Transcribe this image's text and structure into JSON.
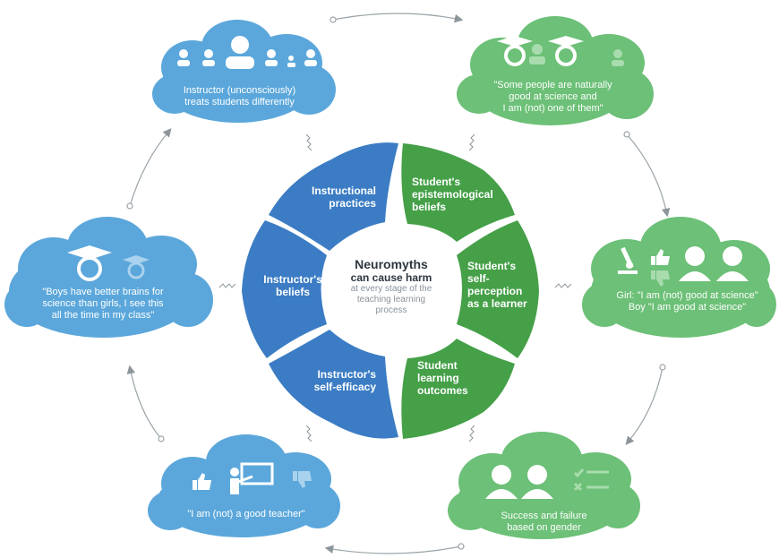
{
  "colors": {
    "blue_cloud": "#5ba7db",
    "green_cloud": "#6cc077",
    "blue_segment": "#3b7cc4",
    "green_segment": "#45a048",
    "arrow": "#9aa3a8"
  },
  "center": {
    "title": "Neuromyths",
    "subtitle": "can cause harm",
    "desc": [
      "at every stage of the",
      "teaching learning",
      "process"
    ]
  },
  "segments": {
    "instructional_practices": [
      "Instructional",
      "practices"
    ],
    "student_epistemological_beliefs": [
      "Student's",
      "epistemological",
      "beliefs"
    ],
    "instructors_beliefs": [
      "Instructor's",
      "beliefs"
    ],
    "student_self_perception": [
      "Student's",
      "self-",
      "perception",
      "as a learner"
    ],
    "instructors_self_efficacy": [
      "Instructor's",
      "self-efficacy"
    ],
    "student_learning_outcomes": [
      "Student",
      "learning",
      "outcomes"
    ]
  },
  "clouds": {
    "top_left": {
      "icons": [
        "student-group-icon"
      ],
      "lines": [
        "Instructor (unconsciously)",
        "treats students differently"
      ]
    },
    "top_right": {
      "icons": [
        "graduate-icon",
        "student-icon",
        "graduate-icon",
        "student-icon"
      ],
      "lines": [
        "\"Some people are naturally",
        "good at science and",
        "I am (not) one of them\""
      ]
    },
    "left": {
      "icons": [
        "graduate-icon",
        "graduate-icon"
      ],
      "lines": [
        "\"Boys have better brains for",
        "science than girls, I see this",
        "all the time in my class\""
      ]
    },
    "right": {
      "icons": [
        "microscope-icon",
        "thumbs-up-icon",
        "thumbs-down-icon",
        "girl-icon",
        "boy-icon"
      ],
      "lines": [
        "Girl: \"I am (not) good at science\"",
        "Boy  \"I am good at science\""
      ]
    },
    "bottom_left": {
      "icons": [
        "thumbs-up-icon",
        "teacher-icon",
        "thumbs-down-icon"
      ],
      "lines": [
        "\"I am (not) a good teacher\""
      ]
    },
    "bottom_right": {
      "icons": [
        "girl-icon",
        "boy-icon",
        "checklist-icon"
      ],
      "lines": [
        "Success and failure",
        "based on gender"
      ]
    }
  }
}
